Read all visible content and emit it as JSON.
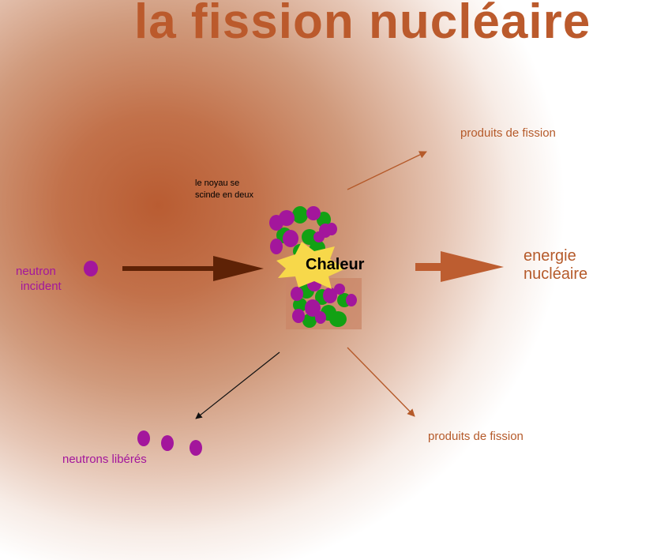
{
  "title": "la fission nucléaire",
  "labels": {
    "neutron_incident": [
      "neutron",
      "incident"
    ],
    "noyau": [
      "le noyau se",
      "scinde en deux"
    ],
    "chaleur": "Chaleur",
    "produits_top": "produits de fission",
    "produits_bottom": "produits de fission",
    "energie": [
      "energie",
      "nucléaire"
    ],
    "neutrons_liberes": "neutrons libérés"
  },
  "colors": {
    "title": "#bb5a2c",
    "neutron": "#a3169c",
    "proton": "#12a114",
    "star": "#f7d84a",
    "incident_arrow": "#5e2206",
    "energy_arrow": "#bd5d30",
    "thin_arrow": "#b55a2a"
  }
}
